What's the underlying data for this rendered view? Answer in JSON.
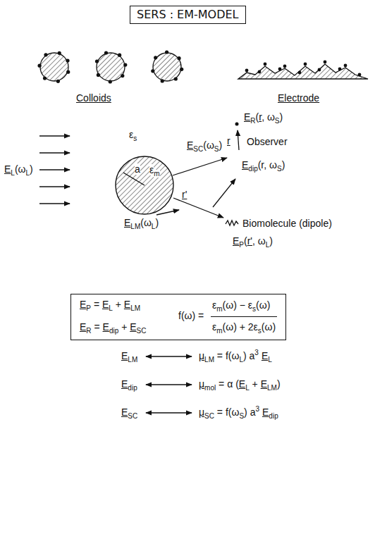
{
  "diagram": {
    "title": "SERS : EM-MODEL",
    "nodes": [
      {
        "text": [
          "ε",
          "m",
          "a"
        ]
      },
      {
        "text": [
          "E",
          "P",
          " = ",
          "E",
          "L",
          " + ",
          "E",
          "LM",
          "E",
          "R",
          " = ",
          "E",
          "dip",
          " + ",
          "E",
          "SC",
          "f(ω) =",
          "ε",
          "m",
          "(ω) − ε",
          "s",
          "(ω)",
          "ε",
          "m",
          "(ω) + 2ε",
          "s",
          "(ω)"
        ]
      }
    ],
    "labels": [
      "Colloids",
      "Electrode",
      "ε",
      "s",
      "E",
      "L",
      "(ω",
      "L",
      ")",
      "E",
      "SC",
      "(ω",
      "S",
      ")",
      "E",
      "R",
      "(",
      "r",
      ", ω",
      "S",
      ")",
      "r",
      "Observer",
      "E",
      "dip",
      "(r, ω",
      "S",
      ")",
      "E",
      "LM",
      "(ω",
      "L",
      ")",
      "r'",
      "Biomolecule (dipole)",
      "E",
      "P",
      "(",
      "r'",
      ", ω",
      "L",
      ")",
      "E",
      "LM",
      "μ",
      "LM",
      " = f(ω",
      "L",
      ") a",
      "3",
      "E",
      "L",
      "E",
      "dip",
      "μ",
      "mol",
      " = α (",
      "E",
      "L",
      " + ",
      "E",
      "LM",
      ")",
      "E",
      "SC",
      "μ",
      "SC",
      " = f(ω",
      "S",
      ") a",
      "3",
      "E",
      "dip"
    ]
  }
}
